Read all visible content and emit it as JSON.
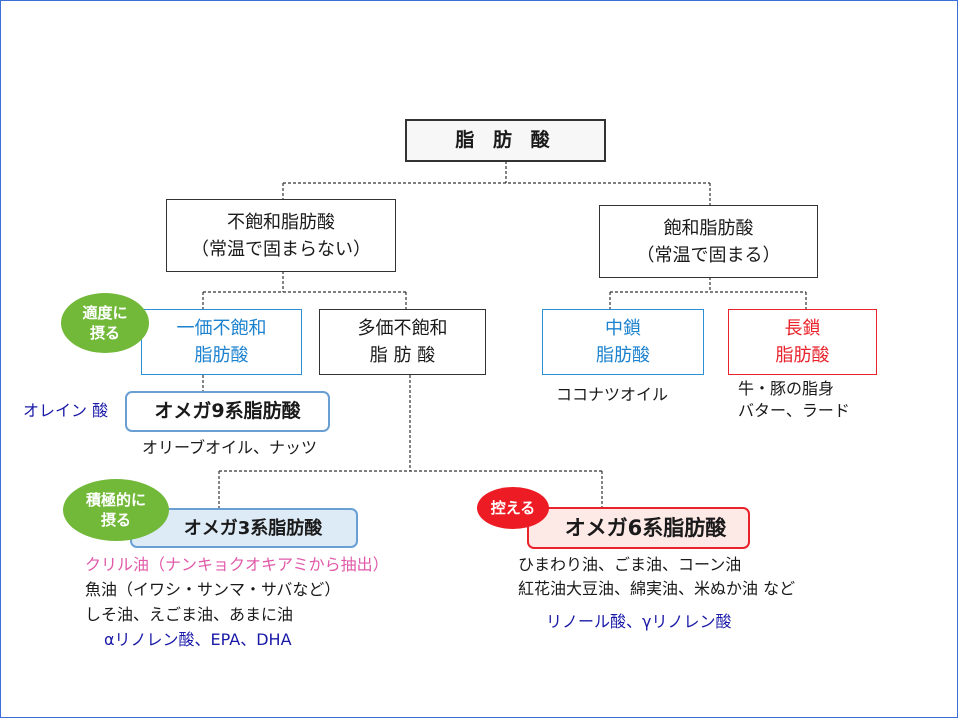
{
  "diagram": {
    "root": {
      "label": "脂 肪 酸"
    },
    "unsaturated": {
      "line1": "不飽和脂肪酸",
      "line2": "（常温で固まらない）"
    },
    "saturated": {
      "line1": "飽和脂肪酸",
      "line2": "（常温で固まる）"
    },
    "mono": {
      "line1": "一価不飽和",
      "line2": "脂肪酸"
    },
    "poly": {
      "line1": "多価不飽和",
      "line2": "脂 肪 酸"
    },
    "medium_chain": {
      "line1": "中鎖",
      "line2": "脂肪酸"
    },
    "long_chain": {
      "line1": "長鎖",
      "line2": "脂肪酸"
    },
    "omega9": {
      "label": "オメガ9系脂肪酸"
    },
    "omega3": {
      "label": "オメガ3系脂肪酸"
    },
    "omega6": {
      "label": "オメガ6系脂肪酸"
    },
    "badges": {
      "moderate": {
        "line1": "適度に",
        "line2": "摂る"
      },
      "active": {
        "line1": "積極的に",
        "line2": "摂る"
      },
      "limit": {
        "label": "控える"
      }
    },
    "texts": {
      "oleic": "オレイン 酸",
      "omega9_sources": "オリーブオイル、ナッツ",
      "coconut": "ココナツオイル",
      "long_chain_sources_1": "牛・豚の脂身",
      "long_chain_sources_2": "バター、ラード",
      "krill": "クリル油（ナンキョクオキアミから抽出）",
      "fish": "魚油（イワシ・サンマ・サバなど）",
      "perilla": "しそ油、えごま油、あまに油",
      "omega3_acids": "αリノレン酸、EPA、DHA",
      "omega6_sources_1": "ひまわり油、ごま油、コーン油",
      "omega6_sources_2": "紅花油大豆油、綿実油、米ぬか油 など",
      "omega6_acids": "リノール酸、γリノレン酸"
    },
    "colors": {
      "blue_accent": "#2d8fd5",
      "red_accent": "#e8232c",
      "green_badge": "#72b93a",
      "acid_text": "#1a1aa8",
      "krill_text": "#e05aa9"
    }
  }
}
